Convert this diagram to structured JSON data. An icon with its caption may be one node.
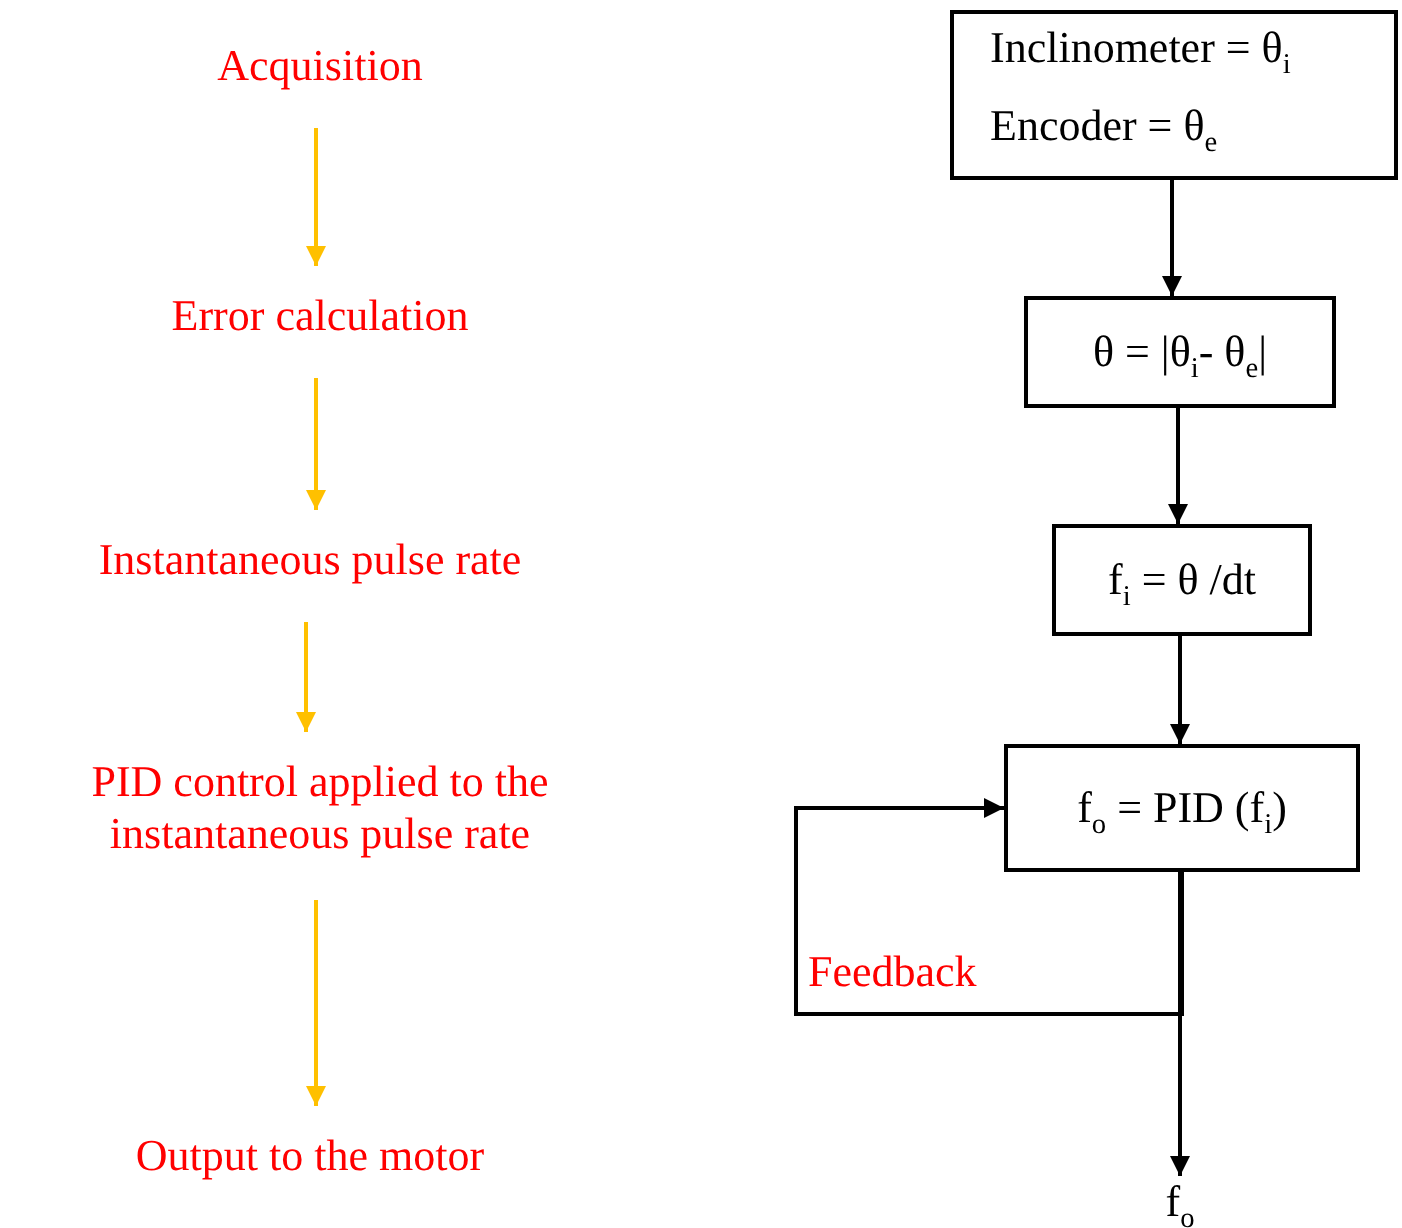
{
  "diagram": {
    "nodes": [
      {
        "text": [
          "Acquisition"
        ]
      },
      {
        "text": [
          "Error calculation"
        ]
      },
      {
        "text": [
          "Instantaneous pulse rate"
        ]
      },
      {
        "text": [
          "PID control applied to the instantaneous pulse rate"
        ]
      },
      {
        "text": [
          "Output to the motor"
        ]
      },
      {
        "text": [
          "Inclinometer = θ$_{i}$",
          "Encoder = θ$_{e}$"
        ]
      },
      {
        "text": [
          "θ = |θ$_{i}$- θ$_{e}$|"
        ]
      },
      {
        "text": [
          "f$_{i}$ = θ /dt"
        ]
      },
      {
        "text": [
          "f$_{o}$ = PID (f$_{i}$)"
        ]
      },
      {
        "text": [
          "f$_{o}$"
        ]
      }
    ],
    "edges": [
      {
        "from": 0,
        "to": 1,
        "arrow": "to",
        "color": "#ffc000"
      },
      {
        "from": 1,
        "to": 2,
        "arrow": "to",
        "color": "#ffc000"
      },
      {
        "from": 2,
        "to": 3,
        "arrow": "to",
        "color": "#ffc000"
      },
      {
        "from": 3,
        "to": 4,
        "arrow": "to",
        "color": "#ffc000"
      },
      {
        "from": 5,
        "to": 6,
        "arrow": "to"
      },
      {
        "from": 6,
        "to": 7,
        "arrow": "to"
      },
      {
        "from": 7,
        "to": 8,
        "arrow": "to"
      },
      {
        "from": 8,
        "to": 9,
        "arrow": "to"
      },
      {
        "from": 8,
        "to": 8,
        "arrow": "to",
        "label": "Feedback"
      }
    ]
  }
}
